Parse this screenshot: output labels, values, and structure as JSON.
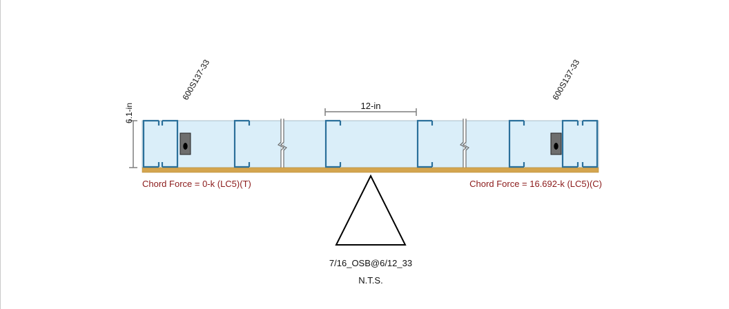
{
  "diagram": {
    "stud_left_label": "600S137-33",
    "stud_right_label": "600S137-33",
    "spacing_label": "12-in",
    "depth_label": "6.1-in",
    "chord_force_left": "Chord Force = 0-k (LC5)(T)",
    "chord_force_right": "Chord Force = 16.692-k (LC5)(C)",
    "sheathing_label": "7/16_OSB@6/12_33",
    "scale_note": "N.T.S."
  },
  "colors": {
    "panel_fill": "#daeef9",
    "panel_stroke": "#a9bcc8",
    "stud_stroke": "#2a6f9a",
    "sheathing": "#d4a54f",
    "chord_text": "#8b1a1a",
    "dimension_line": "#7d7d7d",
    "anchor_body": "#6e6e6e"
  }
}
